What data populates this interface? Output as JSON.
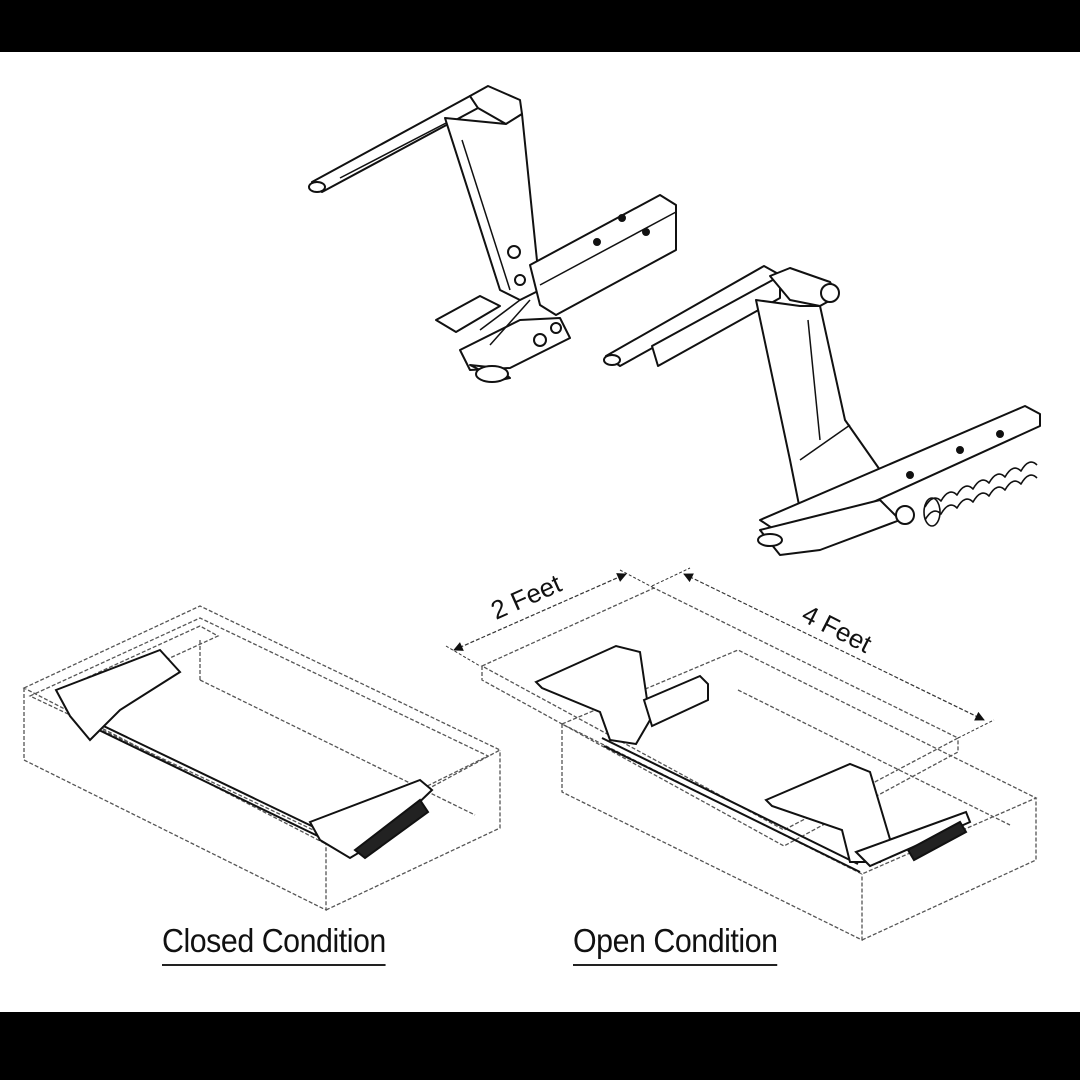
{
  "figure": {
    "background": "#ffffff",
    "frame_color": "#000000",
    "parts": [
      {
        "id": "hinge-closed-mechanism",
        "label": ""
      },
      {
        "id": "hinge-open-mechanism",
        "label": ""
      }
    ],
    "dimensions": {
      "width_label": "2 Feet",
      "length_label": "4 Feet"
    },
    "captions": {
      "closed": "Closed Condition",
      "open": "Open Condition"
    }
  }
}
